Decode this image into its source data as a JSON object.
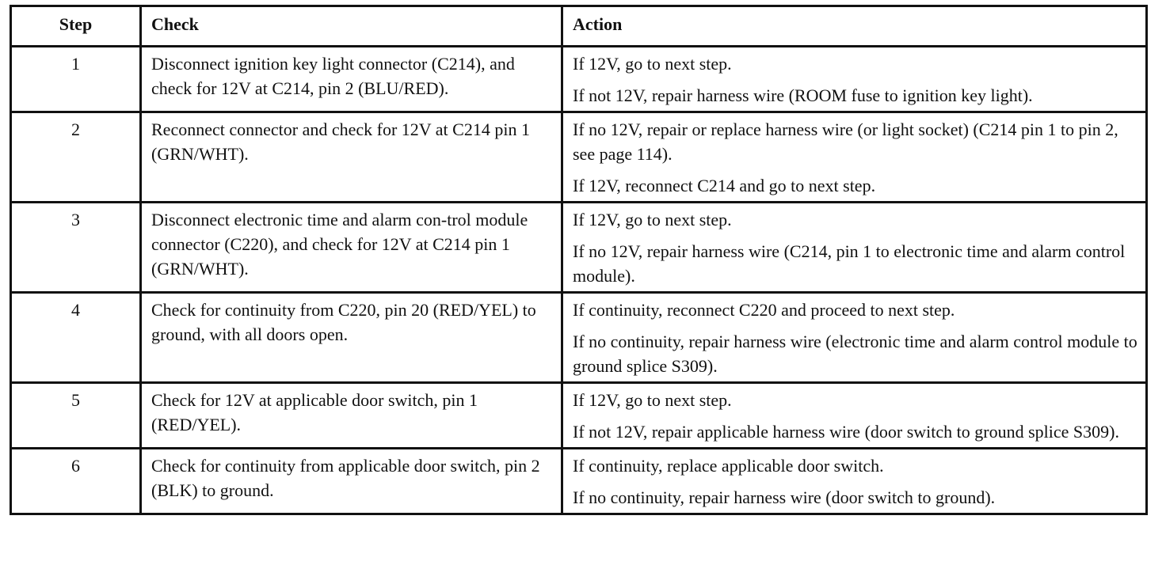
{
  "table": {
    "headers": {
      "step": "Step",
      "check": "Check",
      "action": "Action"
    },
    "rows": [
      {
        "step": "1",
        "check": "Disconnect ignition key light connector (C214), and check for 12V at C214, pin 2 (BLU/RED).",
        "actions": [
          "If 12V, go to next step.",
          "If not 12V, repair harness wire (ROOM fuse to ignition key light)."
        ]
      },
      {
        "step": "2",
        "check": "Reconnect connector and check for 12V at C214 pin 1 (GRN/WHT).",
        "actions": [
          "If no 12V, repair or replace harness wire (or light socket) (C214 pin 1 to pin 2, see page 114).",
          "If 12V, reconnect C214 and go to next step."
        ]
      },
      {
        "step": "3",
        "check": "Disconnect electronic time and alarm con-trol module connector (C220), and check for 12V at C214 pin 1 (GRN/WHT).",
        "actions": [
          "If 12V, go to next step.",
          "If no 12V, repair harness wire (C214, pin 1 to electronic time and alarm control module)."
        ]
      },
      {
        "step": "4",
        "check": "Check for continuity from C220, pin 20 (RED/YEL) to ground, with all doors open.",
        "actions": [
          "If continuity, reconnect C220 and proceed to next step.",
          "If no continuity, repair harness wire (electronic time and alarm control module to ground splice S309)."
        ]
      },
      {
        "step": "5",
        "check": "Check for 12V at applicable door switch, pin 1 (RED/YEL).",
        "actions": [
          "If 12V, go to next step.",
          "If not 12V, repair applicable harness wire (door switch to ground splice S309)."
        ]
      },
      {
        "step": "6",
        "check": "Check for continuity from applicable door switch, pin 2 (BLK) to ground.",
        "actions": [
          "If continuity, replace applicable door switch.",
          "If no continuity, repair harness wire (door switch to ground)."
        ]
      }
    ]
  }
}
